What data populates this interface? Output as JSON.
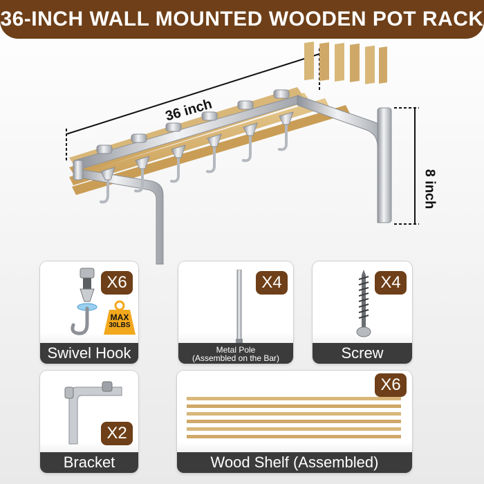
{
  "banner": {
    "title": "36-INCH WALL MOUNTED WOODEN POT RACK"
  },
  "dimensions": {
    "width_label": "36 inch",
    "height_label": "8 inch"
  },
  "colors": {
    "brand_brown": "#6e3f18",
    "caption_bg": "#3b3b3b",
    "wood": "#d9b77a",
    "steel": "#c9ccd1",
    "weight_badge": "#f2a81d"
  },
  "parts": {
    "swivel_hook": {
      "label": "Swivel Hook",
      "qty": "X6",
      "max_line1": "MAX",
      "max_line2": "30LBS",
      "icon": "swivel-hook-icon"
    },
    "metal_pole": {
      "label_line1": "Metal Pole",
      "label_line2": "(Assembled on the Bar)",
      "qty": "X4",
      "icon": "metal-pole-icon"
    },
    "screw": {
      "label": "Screw",
      "qty": "X4",
      "icon": "screw-icon"
    },
    "bracket": {
      "label": "Bracket",
      "qty": "X2",
      "icon": "bracket-icon"
    },
    "wood_shelf": {
      "label": "Wood Shelf (Assembled)",
      "qty": "X6",
      "icon": "wood-slats-icon"
    }
  }
}
